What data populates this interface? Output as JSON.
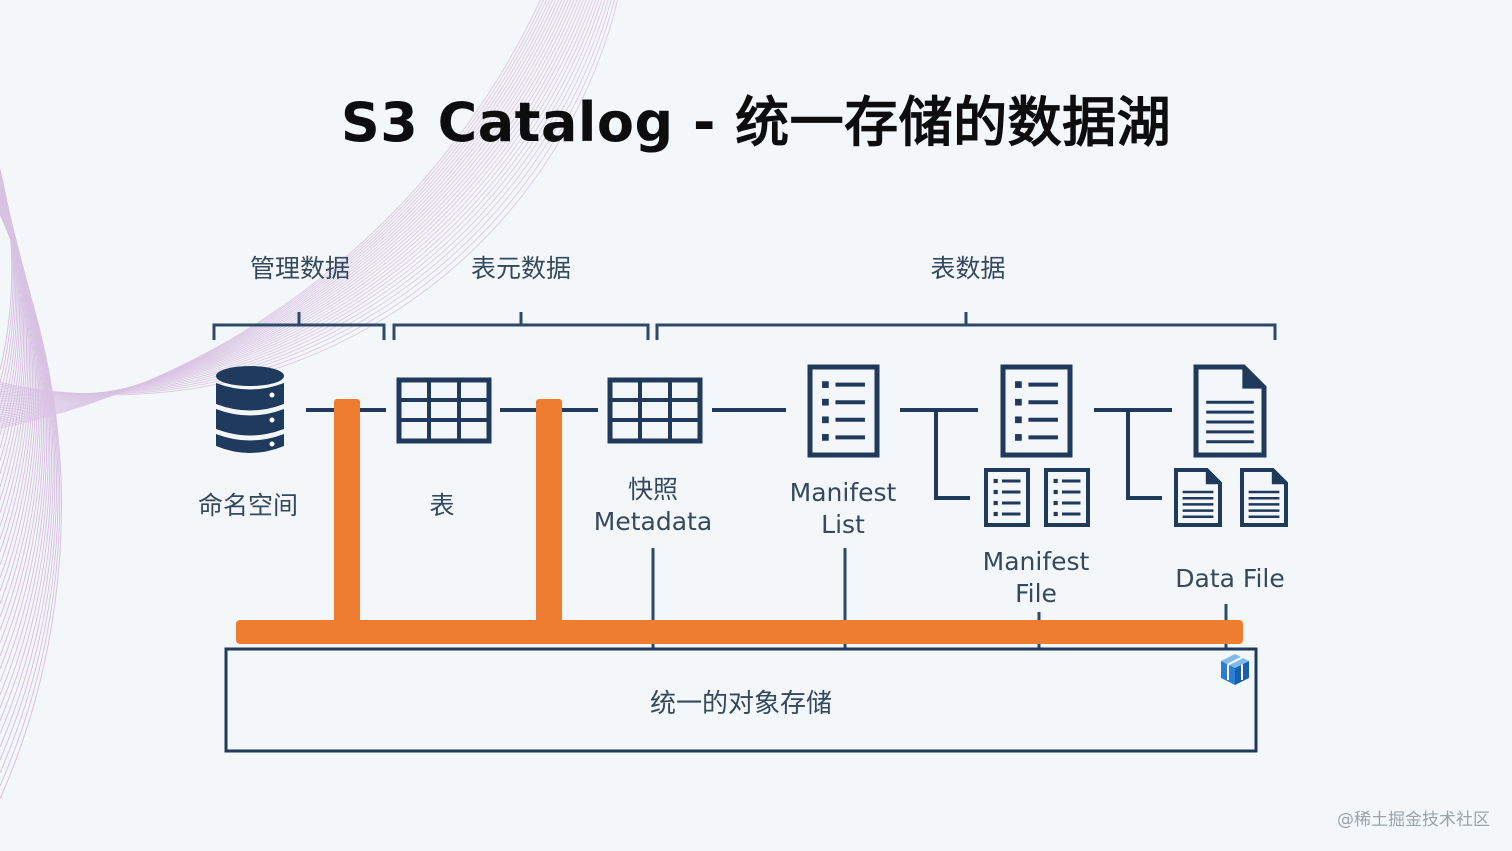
{
  "title": "S3 Catalog - 统一存储的数据湖",
  "groups": {
    "management": "管理数据",
    "table_metadata": "表元数据",
    "table_data": "表数据"
  },
  "nodes": {
    "namespace": "命名空间",
    "table": "表",
    "snapshot_line1": "快照",
    "snapshot_line2": "Metadata",
    "manifest_list_line1": "Manifest",
    "manifest_list_line2": "List",
    "manifest_file_line1": "Manifest",
    "manifest_file_line2": "File",
    "data_file": "Data File"
  },
  "storage": {
    "label": "统一的对象存储",
    "icon": "s3-bucket-icon"
  },
  "watermark": "@稀土掘金技术社区",
  "colors": {
    "navy": "#1f3a5c",
    "orange": "#ee7d31",
    "text": "#34495e",
    "background": "#f4f7fa",
    "s3_blue": "#2a7fd4"
  }
}
